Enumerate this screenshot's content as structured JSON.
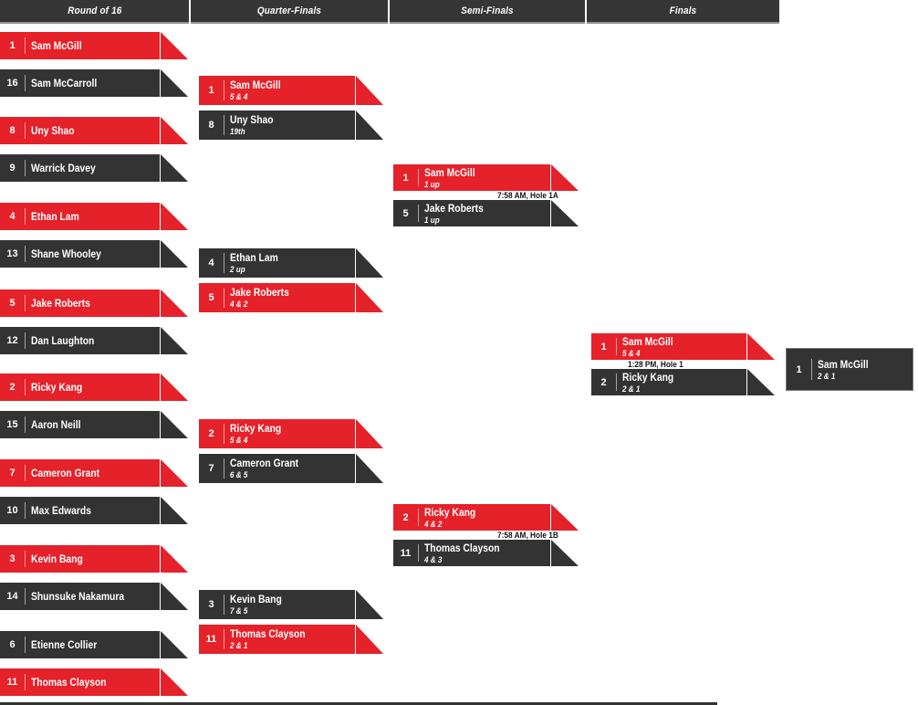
{
  "colors": {
    "red": "#e5212a",
    "dark": "#333333",
    "header_bar": "#363636",
    "header_border": "#919191",
    "tee_time_text": "#141414"
  },
  "header": {
    "rounds": [
      "Round of 16",
      "Quarter-Finals",
      "Semi-Finals",
      "Finals"
    ]
  },
  "bracket": {
    "round_of_16": [
      {
        "seed": "1",
        "name": "Sam McGill",
        "winner": true
      },
      {
        "seed": "16",
        "name": "Sam McCarroll",
        "winner": false
      },
      {
        "seed": "8",
        "name": "Uny Shao",
        "winner": true
      },
      {
        "seed": "9",
        "name": "Warrick Davey",
        "winner": false
      },
      {
        "seed": "4",
        "name": "Ethan Lam",
        "winner": true
      },
      {
        "seed": "13",
        "name": "Shane Whooley",
        "winner": false
      },
      {
        "seed": "5",
        "name": "Jake Roberts",
        "winner": true
      },
      {
        "seed": "12",
        "name": "Dan Laughton",
        "winner": false
      },
      {
        "seed": "2",
        "name": "Ricky Kang",
        "winner": true
      },
      {
        "seed": "15",
        "name": "Aaron Neill",
        "winner": false
      },
      {
        "seed": "7",
        "name": "Cameron Grant",
        "winner": true
      },
      {
        "seed": "10",
        "name": "Max Edwards",
        "winner": false
      },
      {
        "seed": "3",
        "name": "Kevin Bang",
        "winner": true
      },
      {
        "seed": "14",
        "name": "Shunsuke Nakamura",
        "winner": false
      },
      {
        "seed": "6",
        "name": "Etienne Collier",
        "winner": false
      },
      {
        "seed": "11",
        "name": "Thomas Clayson",
        "winner": true
      }
    ],
    "quarter_finals": [
      {
        "seed": "1",
        "name": "Sam McGill",
        "result": "5 & 4",
        "winner": true
      },
      {
        "seed": "8",
        "name": "Uny Shao",
        "result": "19th",
        "winner": false
      },
      {
        "seed": "4",
        "name": "Ethan Lam",
        "result": "2 up",
        "winner": false
      },
      {
        "seed": "5",
        "name": "Jake Roberts",
        "result": "4 & 2",
        "winner": true
      },
      {
        "seed": "2",
        "name": "Ricky Kang",
        "result": "5 & 4",
        "winner": true
      },
      {
        "seed": "7",
        "name": "Cameron Grant",
        "result": "6 & 5",
        "winner": false
      },
      {
        "seed": "3",
        "name": "Kevin Bang",
        "result": "7 & 5",
        "winner": false
      },
      {
        "seed": "11",
        "name": "Thomas Clayson",
        "result": "2 & 1",
        "winner": true
      }
    ],
    "semi_finals": [
      {
        "seed": "1",
        "name": "Sam McGill",
        "result": "1 up",
        "winner": true
      },
      {
        "seed": "5",
        "name": "Jake Roberts",
        "result": "1 up",
        "winner": false
      },
      {
        "seed": "2",
        "name": "Ricky Kang",
        "result": "4 & 2",
        "winner": true
      },
      {
        "seed": "11",
        "name": "Thomas Clayson",
        "result": "4 & 3",
        "winner": false
      }
    ],
    "semi_tee_times": [
      "7:58 AM, Hole 1A",
      "7:58 AM, Hole 1B"
    ],
    "finals": [
      {
        "seed": "1",
        "name": "Sam McGill",
        "result": "5 & 4",
        "winner": true
      },
      {
        "seed": "2",
        "name": "Ricky Kang",
        "result": "2 & 1",
        "winner": false
      }
    ],
    "final_tee_time": "1:28 PM, Hole 1",
    "champion": {
      "seed": "1",
      "name": "Sam McGill",
      "result": "2 & 1"
    }
  }
}
